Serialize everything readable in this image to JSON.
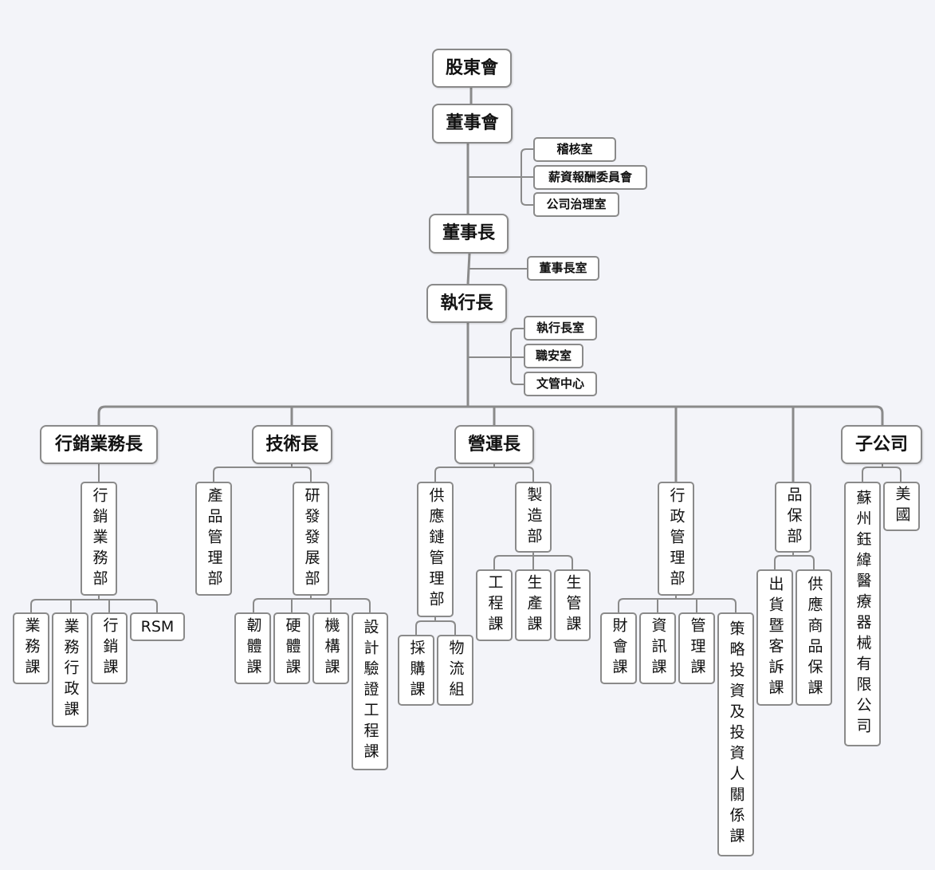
{
  "diagram": {
    "nodes": {
      "shareholders": "股東會",
      "board": "董事會",
      "audit_office": "稽核室",
      "compensation_committee": "薪資報酬委員會",
      "governance_office": "公司治理室",
      "chairman": "董事長",
      "chairman_office": "董事長室",
      "ceo": "執行長",
      "ceo_office": "執行長室",
      "safety_office": "職安室",
      "document_center": "文管中心",
      "cmo": "行銷業務長",
      "cto": "技術長",
      "coo": "營運長",
      "subsidiaries": "子公司",
      "marketing_sales_dept": "行銷業務部",
      "sales_section": "業務課",
      "sales_admin_section": "業務行政課",
      "marketing_section": "行銷課",
      "rsm": "RSM",
      "product_mgmt_dept": "產品管理部",
      "rnd_dept": "研發發展部",
      "firmware_section": "韌體課",
      "hardware_section": "硬體課",
      "mechanical_section": "機構課",
      "design_verification_section": "設計驗證工程課",
      "supply_chain_dept": "供應鏈管理部",
      "purchasing_section": "採購課",
      "logistics_group": "物流組",
      "manufacturing_dept": "製造部",
      "engineering_section": "工程課",
      "production_section": "生產課",
      "production_control_section": "生管課",
      "admin_mgmt_dept": "行政管理部",
      "finance_accounting_section": "財會課",
      "it_section": "資訊課",
      "management_section": "管理課",
      "strategy_ir_section": "策略投資及投資人關係課",
      "quality_assurance_dept": "品保部",
      "shipping_customer_complaint_section": "出貨暨客訴課",
      "supplier_quality_section": "供應商品保課",
      "suzhou_subsidiary": "蘇州鈺緯醫療器械有限公司",
      "usa_subsidiary": "美國"
    }
  }
}
